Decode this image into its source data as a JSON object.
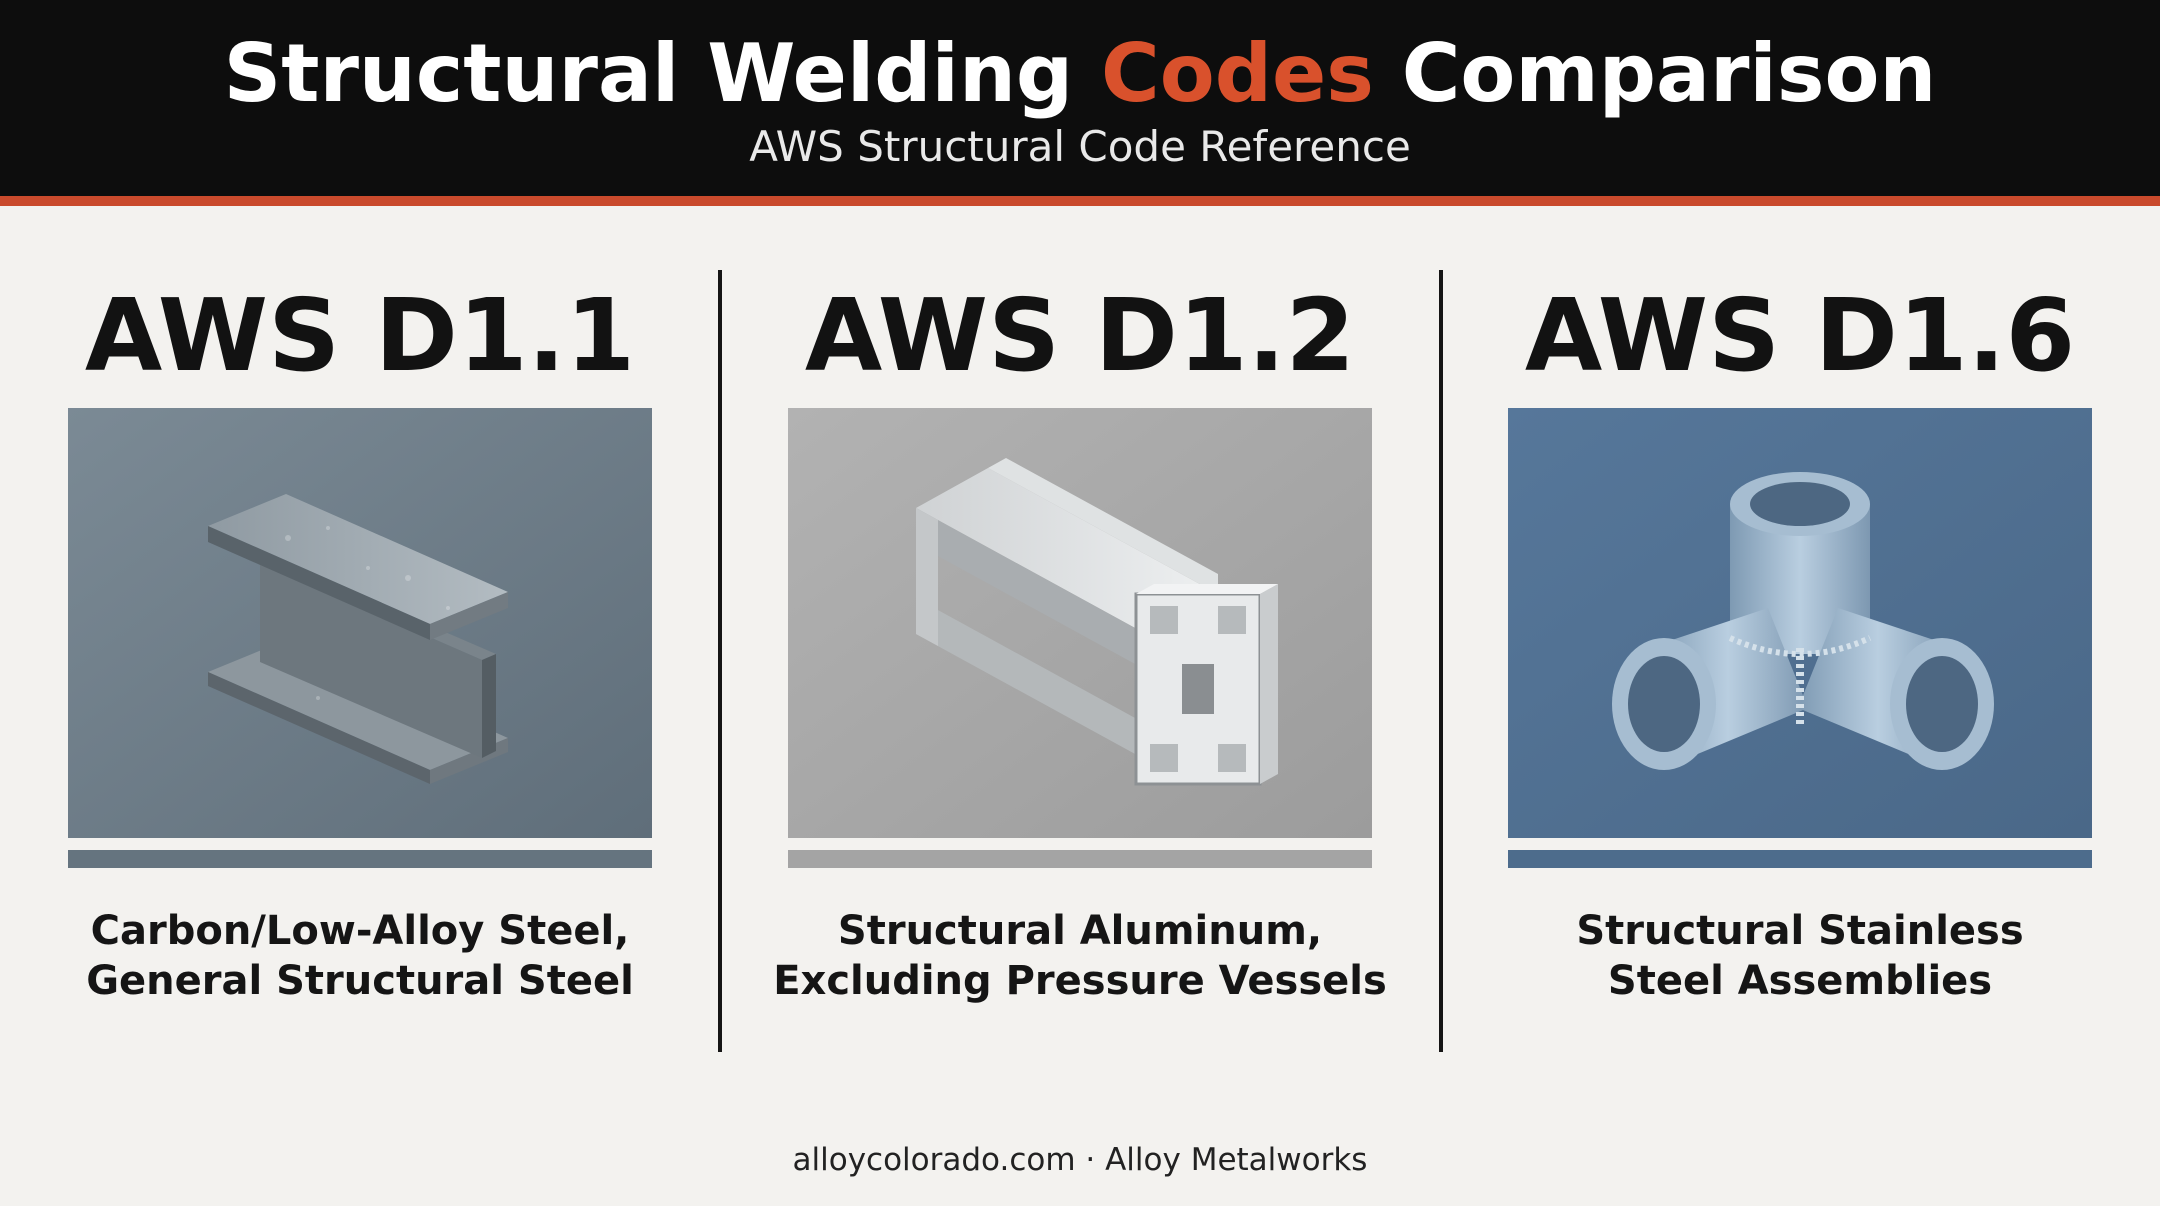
{
  "header": {
    "title_part1": "Structural Welding ",
    "title_accent": "Codes",
    "title_part2": " Comparison",
    "subtitle": "AWS Structural Code Reference"
  },
  "colors": {
    "header_bg": "#0d0d0d",
    "accent": "#d9512c",
    "stripe": "#c94a2c",
    "page_bg": "#f3f2ef",
    "panel_d11": "#6c7b87",
    "panel_d12": "#a8a8a8",
    "panel_d16": "#4f6f91"
  },
  "codes": [
    {
      "name": "AWS D1.1",
      "illustration": "steel-i-beam-icon",
      "desc_line1": "Carbon/Low-Alloy Steel,",
      "desc_line2": "General Structural Steel"
    },
    {
      "name": "AWS D1.2",
      "illustration": "aluminum-extrusion-icon",
      "desc_line1": "Structural Aluminum,",
      "desc_line2": "Excluding Pressure Vessels"
    },
    {
      "name": "AWS D1.6",
      "illustration": "stainless-pipe-tee-icon",
      "desc_line1": "Structural Stainless",
      "desc_line2": "Steel Assemblies"
    }
  ],
  "footer": {
    "text": "alloycolorado.com · Alloy Metalworks"
  }
}
